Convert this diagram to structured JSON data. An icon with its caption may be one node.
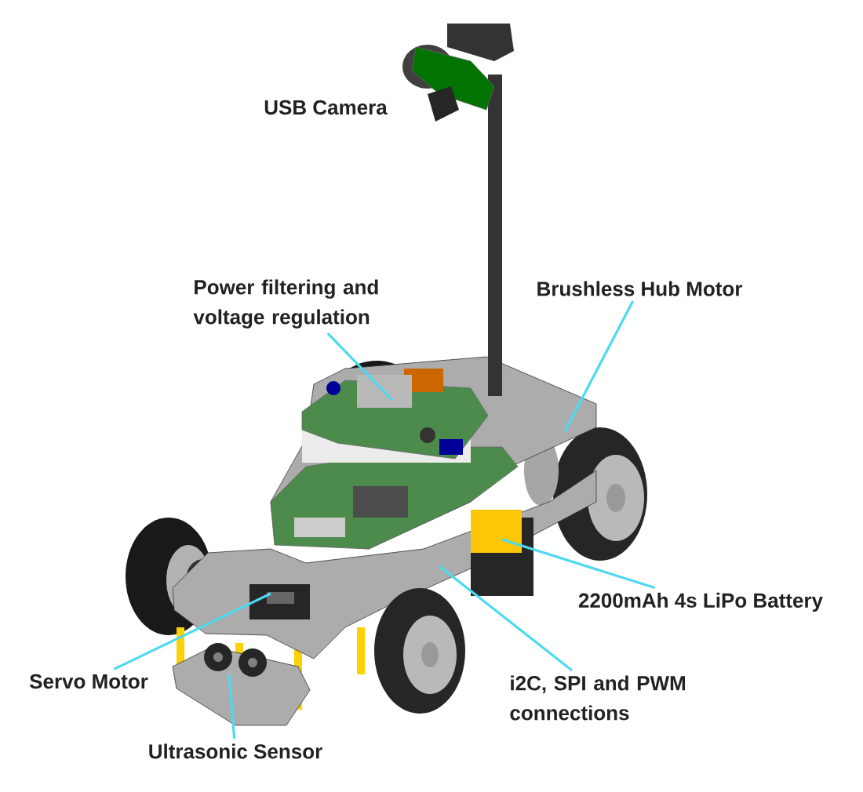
{
  "diagram": {
    "nodes": [
      {
        "text": [
          "Power filtering and voltage regulation"
        ]
      },
      {
        "text": [
          "Brushless Hub Motor"
        ]
      },
      {
        "text": [
          "2200mAh 4s LiPo Battery"
        ]
      },
      {
        "text": [
          "i2C, SPI and PWM connections"
        ]
      },
      {
        "text": [
          "Servo Motor"
        ]
      },
      {
        "text": [
          "Ultrasonic Sensor"
        ]
      }
    ],
    "edges": [
      {
        "from": 0,
        "to": null,
        "arrow": "none"
      },
      {
        "from": 1,
        "to": null,
        "arrow": "none"
      },
      {
        "from": 2,
        "to": null,
        "arrow": "none"
      },
      {
        "from": 3,
        "to": null,
        "arrow": "none"
      },
      {
        "from": 4,
        "to": null,
        "arrow": "none"
      },
      {
        "from": 5,
        "to": null,
        "arrow": "none"
      }
    ],
    "labels": [
      "USB Camera"
    ]
  }
}
